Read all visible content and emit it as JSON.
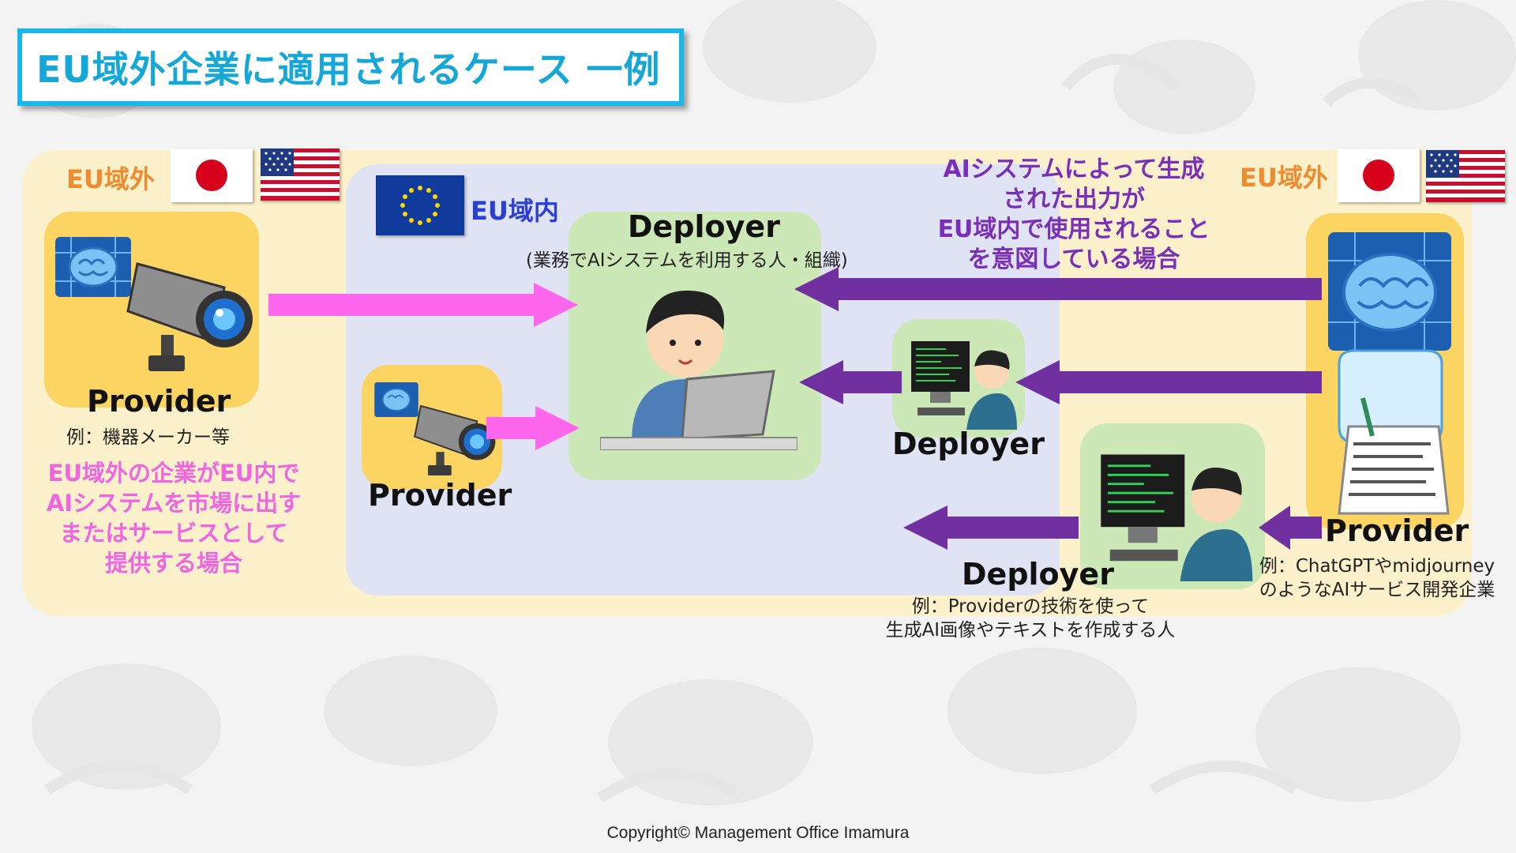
{
  "title": "EU域外企業に適用されるケース 一例",
  "regions": {
    "eu_outside_left": "EU域外",
    "eu_inside": "EU域内",
    "eu_outside_right": "EU域外"
  },
  "left_provider": {
    "role": "Provider",
    "example": "例：機器メーカー等",
    "caption": [
      "EU域外の企業がEU内で",
      "AIシステムを市場に出す",
      "またはサービスとして",
      "提供する場合"
    ]
  },
  "eu_provider": {
    "role": "Provider"
  },
  "center_deployer": {
    "role": "Deployer",
    "note": "(業務でAIシステムを利用する人・組織)"
  },
  "mid_deployer": {
    "role": "Deployer"
  },
  "right_provider": {
    "role": "Provider",
    "example_line1": "例：ChatGPTやmidjourney",
    "example_line2": "のようなAIサービス開発企業"
  },
  "right_deployer": {
    "role": "Deployer",
    "example_line1": "例：Providerの技術を使って",
    "example_line2": "生成AI画像やテキストを作成する人"
  },
  "purple_caption": [
    "AIシステムによって生成",
    "された出力が",
    "EU域内で使用されること",
    "を意図している場合"
  ],
  "copyright": "Copyright© Management Office Imamura",
  "colors": {
    "title_border": "#19b6e8",
    "title_text": "#14a8d8",
    "outer_region": "#fdf1cc",
    "eu_region": "#dfe3f3",
    "provider_card": "#fbd462",
    "deployer_card": "#cde8b7",
    "pink_arrow": "#ff66ee",
    "purple_arrow": "#7030a0",
    "label_orange": "#f08c2e",
    "label_blue": "#2a3fd6"
  },
  "icons": [
    "japan-flag-icon",
    "usa-flag-icon",
    "eu-flag-icon",
    "ai-brain-chip-icon",
    "security-camera-icon",
    "office-worker-laptop-icon",
    "programmer-monitor-icon",
    "ai-robot-writing-icon"
  ]
}
